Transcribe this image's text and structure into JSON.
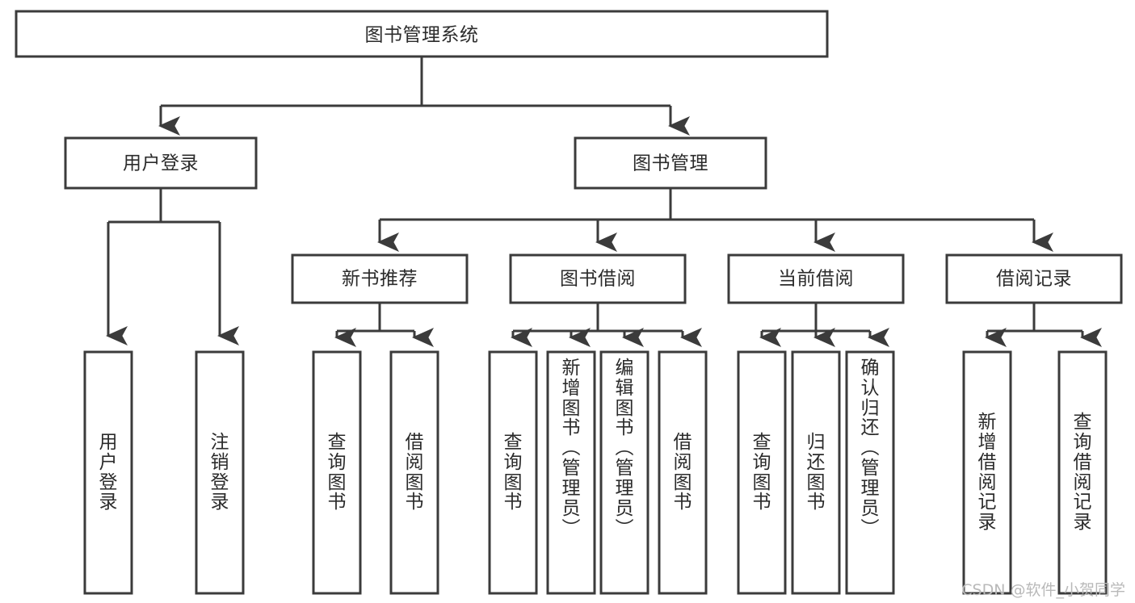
{
  "diagram": {
    "title": "图书管理系统",
    "type": "tree-hierarchy",
    "orientation": "top-down",
    "colors": {
      "box_stroke": "#3b3b3b",
      "box_fill": "#ffffff",
      "connector": "#3b3b3b",
      "text": "#2b2b2b",
      "background": "#ffffff",
      "watermark": "#b9b9b9"
    },
    "root": {
      "id": "root",
      "label": "图书管理系统"
    },
    "level2": [
      {
        "id": "user-login",
        "label": "用户登录"
      },
      {
        "id": "book-manage",
        "label": "图书管理"
      }
    ],
    "level3": [
      {
        "id": "new-book-recommend",
        "label": "新书推荐",
        "parent": "book-manage"
      },
      {
        "id": "book-borrow",
        "label": "图书借阅",
        "parent": "book-manage"
      },
      {
        "id": "current-borrow",
        "label": "当前借阅",
        "parent": "book-manage"
      },
      {
        "id": "borrow-record",
        "label": "借阅记录",
        "parent": "book-manage"
      }
    ],
    "leaves": [
      {
        "id": "leaf-user-login",
        "label": "用户登录",
        "parent": "user-login"
      },
      {
        "id": "leaf-logout",
        "label": "注销登录",
        "parent": "user-login"
      },
      {
        "id": "leaf-query-book-1",
        "label": "查询图书",
        "parent": "new-book-recommend"
      },
      {
        "id": "leaf-borrow-book-1",
        "label": "借阅图书",
        "parent": "new-book-recommend"
      },
      {
        "id": "leaf-query-book-2",
        "label": "查询图书",
        "parent": "book-borrow"
      },
      {
        "id": "leaf-add-book",
        "label": "新增图书（管理员）",
        "parent": "book-borrow"
      },
      {
        "id": "leaf-edit-book",
        "label": "编辑图书（管理员）",
        "parent": "book-borrow"
      },
      {
        "id": "leaf-borrow-book-2",
        "label": "借阅图书",
        "parent": "book-borrow"
      },
      {
        "id": "leaf-query-book-3",
        "label": "查询图书",
        "parent": "current-borrow"
      },
      {
        "id": "leaf-return-book",
        "label": "归还图书",
        "parent": "current-borrow"
      },
      {
        "id": "leaf-confirm-return",
        "label": "确认归还（管理员）",
        "parent": "current-borrow"
      },
      {
        "id": "leaf-add-record",
        "label": "新增借阅记录",
        "parent": "borrow-record"
      },
      {
        "id": "leaf-query-record",
        "label": "查询借阅记录",
        "parent": "borrow-record"
      }
    ]
  },
  "watermark": {
    "text": "CSDN @软件_小贺同学"
  }
}
